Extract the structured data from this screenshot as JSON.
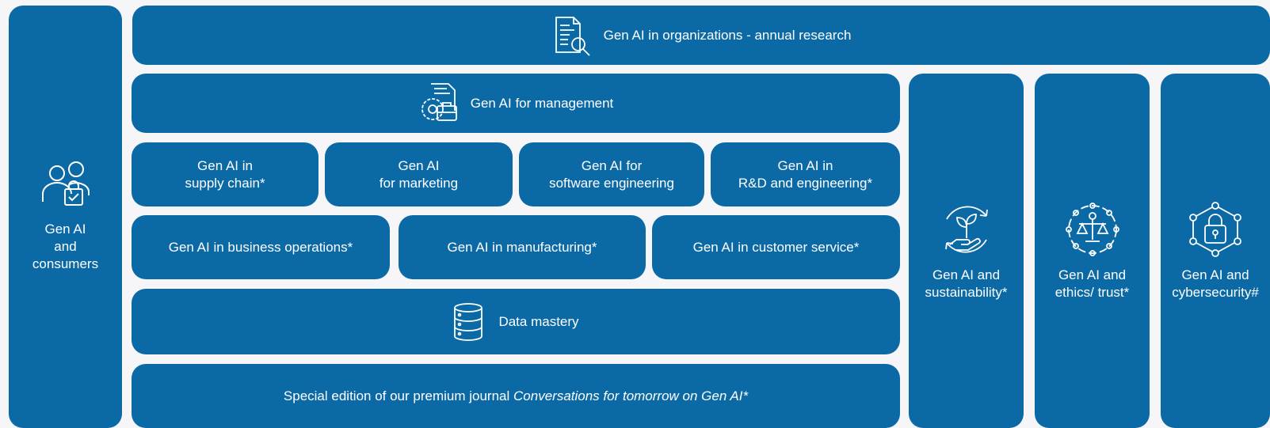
{
  "colors": {
    "background": "#f6f6f8",
    "tile": "#0b6aa6",
    "text": "#ffffff"
  },
  "consumers": {
    "label": "Gen AI\nand\nconsumers",
    "icon": "people-shopping-bag-icon"
  },
  "annual": {
    "label": "Gen AI in organizations - annual research",
    "icon": "document-search-icon"
  },
  "management": {
    "label": "Gen AI for management",
    "icon": "gear-briefcase-icon"
  },
  "functions_row1": [
    {
      "label": "Gen AI in\nsupply chain*"
    },
    {
      "label": "Gen AI\nfor marketing"
    },
    {
      "label": "Gen AI for\nsoftware engineering"
    },
    {
      "label": "Gen AI in\nR&D and engineering*"
    }
  ],
  "functions_row2": [
    {
      "label": "Gen AI in business operations*"
    },
    {
      "label": "Gen AI in manufacturing*"
    },
    {
      "label": "Gen AI in customer service*"
    }
  ],
  "data_mastery": {
    "label": "Data mastery",
    "icon": "database-icon"
  },
  "journal": {
    "prefix": "Special edition of our premium journal ",
    "title": "Conversations for tomorrow on Gen AI*"
  },
  "verticals": [
    {
      "label": "Gen AI and\nsustainability*",
      "icon": "plant-hand-icon"
    },
    {
      "label": "Gen AI and\nethics/ trust*",
      "icon": "scales-icon"
    },
    {
      "label": "Gen AI and\ncybersecurity#",
      "icon": "padlock-network-icon"
    }
  ]
}
